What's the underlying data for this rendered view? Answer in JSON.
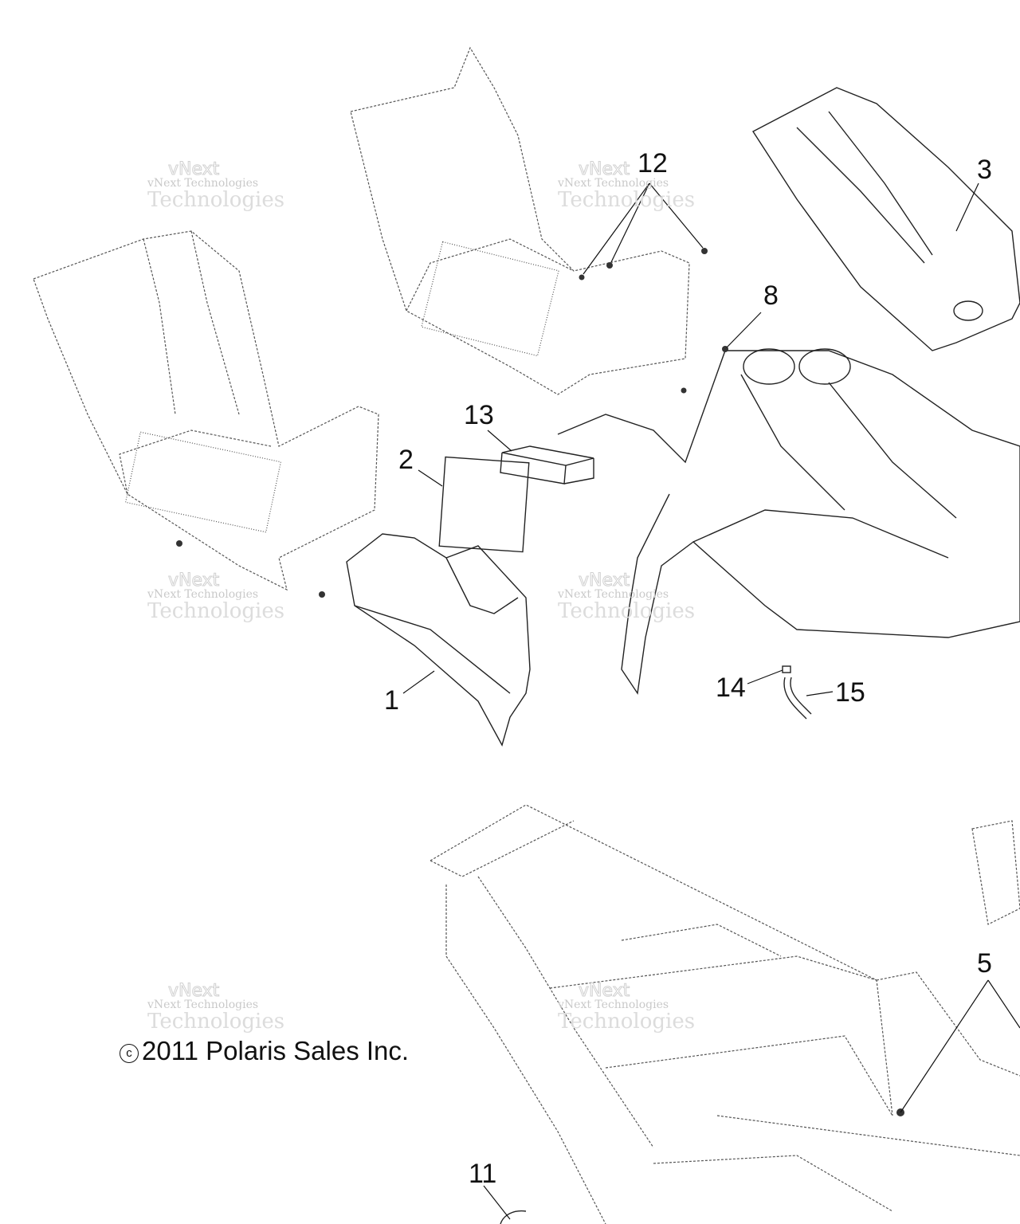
{
  "callouts": [
    {
      "id": "1",
      "label": "1"
    },
    {
      "id": "2",
      "label": "2"
    },
    {
      "id": "3",
      "label": "3"
    },
    {
      "id": "5",
      "label": "5"
    },
    {
      "id": "8",
      "label": "8"
    },
    {
      "id": "11",
      "label": "11"
    },
    {
      "id": "12",
      "label": "12"
    },
    {
      "id": "13",
      "label": "13"
    },
    {
      "id": "14",
      "label": "14"
    },
    {
      "id": "15",
      "label": "15"
    }
  ],
  "watermark": {
    "line1": "vNext Technologies",
    "line2": "Technologies",
    "hollow": "vNext"
  },
  "copyright": {
    "symbol": "c",
    "text": "2011 Polaris Sales Inc."
  }
}
